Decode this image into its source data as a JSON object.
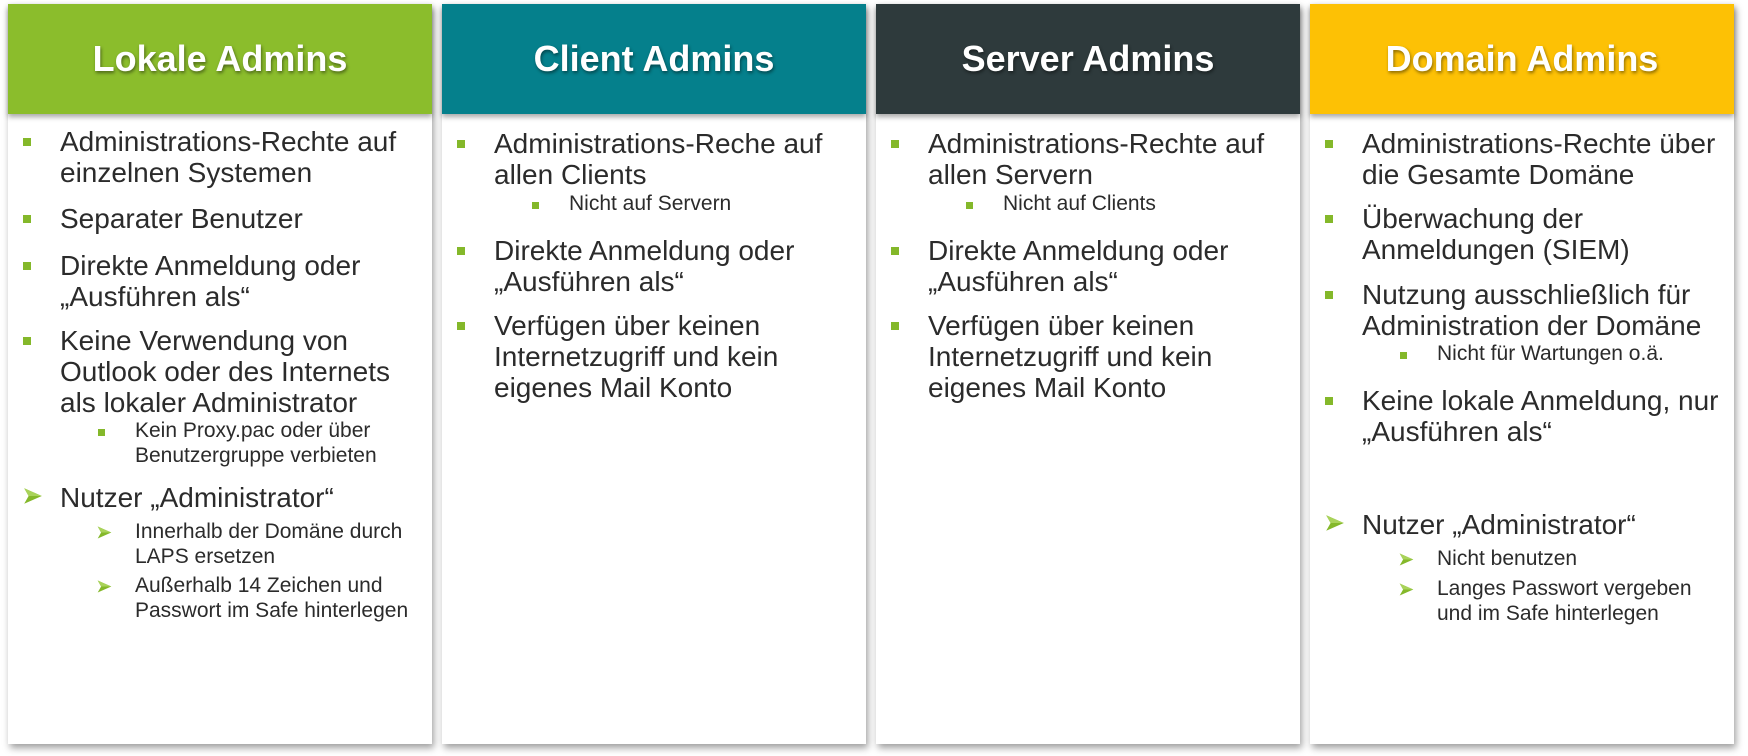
{
  "colors": {
    "lokale": "#8bbd2c",
    "client": "#05808c",
    "server": "#2e3a3c",
    "domain": "#fdc105",
    "bullet": "#84b82a"
  },
  "columns": [
    {
      "title": "Lokale Admins",
      "items": [
        {
          "text": "Administrations-Rechte auf einzelnen Systemen"
        },
        {
          "text": "Separater Benutzer"
        },
        {
          "text": "Direkte Anmeldung oder „Ausführen als“"
        },
        {
          "text": "Keine Verwendung von Outlook oder des Internets als lokaler Administrator"
        },
        {
          "text": "Kein Proxy.pac oder über Benutzergruppe verbieten"
        },
        {
          "text": "Nutzer „Administrator“"
        },
        {
          "text": "Innerhalb der Domäne durch LAPS ersetzen"
        },
        {
          "text": "Außerhalb 14 Zeichen und Passwort im Safe hinterlegen"
        }
      ]
    },
    {
      "title": "Client Admins",
      "items": [
        {
          "text": "Administrations-Reche auf allen Clients"
        },
        {
          "text": "Nicht auf Servern"
        },
        {
          "text": "Direkte Anmeldung oder „Ausführen als“"
        },
        {
          "text": "Verfügen über keinen Internetzugriff und kein eigenes Mail Konto"
        }
      ]
    },
    {
      "title": "Server Admins",
      "items": [
        {
          "text": "Administrations-Rechte auf allen Servern"
        },
        {
          "text": "Nicht auf Clients"
        },
        {
          "text": "Direkte Anmeldung oder „Ausführen als“"
        },
        {
          "text": "Verfügen über keinen Internetzugriff und kein eigenes Mail Konto"
        }
      ]
    },
    {
      "title": "Domain Admins",
      "items": [
        {
          "text": "Administrations-Rechte über die Gesamte Domäne"
        },
        {
          "text": "Überwachung der Anmeldungen (SIEM)"
        },
        {
          "text": "Nutzung ausschließlich für Administration der Domäne"
        },
        {
          "text": "Nicht für Wartungen o.ä."
        },
        {
          "text": "Keine lokale Anmeldung, nur „Ausführen als“"
        },
        {
          "text": "Nutzer „Administrator“"
        },
        {
          "text": "Nicht benutzen"
        },
        {
          "text": "Langes Passwort vergeben und im Safe hinterlegen"
        }
      ]
    }
  ]
}
